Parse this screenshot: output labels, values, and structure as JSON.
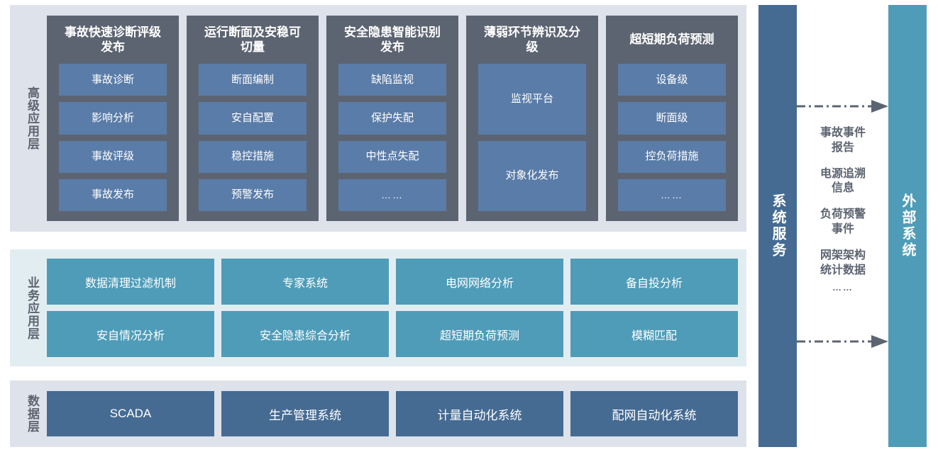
{
  "layers": [
    {
      "id": "advanced",
      "label": "高级应用层",
      "columns": [
        {
          "title": "事故快速诊断评级发布",
          "items": [
            "事故诊断",
            "影响分析",
            "事故评级",
            "事故发布"
          ]
        },
        {
          "title": "运行断面及安稳可切量",
          "items": [
            "断面编制",
            "安自配置",
            "稳控措施",
            "预警发布"
          ]
        },
        {
          "title": "安全隐患智能识别发布",
          "items": [
            "缺陷监视",
            "保护失配",
            "中性点失配",
            "……"
          ]
        },
        {
          "title": "薄弱环节辨识及分级",
          "items": [
            "监视平台",
            "对象化发布"
          ]
        },
        {
          "title": "超短期负荷预测",
          "items": [
            "设备级",
            "断面级",
            "控负荷措施",
            "……"
          ]
        }
      ]
    },
    {
      "id": "business",
      "label": "业务应用层",
      "rows": [
        [
          "数据清理过滤机制",
          "专家系统",
          "电网网络分析",
          "备自投分析"
        ],
        [
          "安自情况分析",
          "安全隐患综合分析",
          "超短期负荷预测",
          "模糊匹配"
        ]
      ]
    },
    {
      "id": "data",
      "label": "数据层",
      "items": [
        "SCADA",
        "生产管理系统",
        "计量自动化系统",
        "配网自动化系统"
      ]
    }
  ],
  "pillars": {
    "service": "系统服务",
    "external": "外部系统"
  },
  "flow": {
    "labels": [
      "事故事件\n报告",
      "电源追溯\n信息",
      "负荷预警\n事件",
      "网架架构\n统计数据"
    ],
    "ellipsis": "……"
  },
  "colors": {
    "layer_bg_gray": "#dee2ea",
    "layer_bg_teal": "#e2edf2",
    "column_dark": "#5d6471",
    "item_blue": "#5a7ca8",
    "item_teal": "#4f9cb8",
    "item_navy": "#456b93",
    "text_dark": "#5d6471",
    "text_light": "#ffffff"
  }
}
